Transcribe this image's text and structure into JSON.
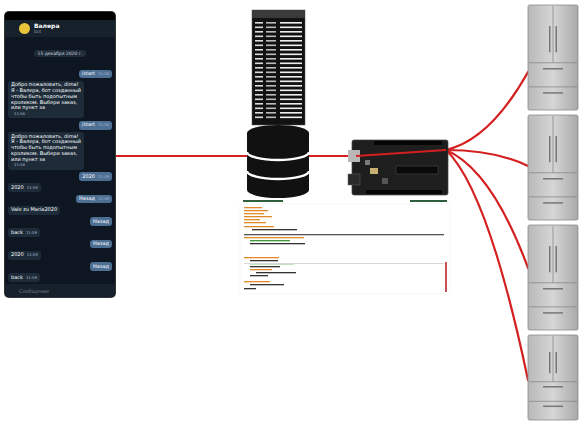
{
  "diagram": {
    "nodes": [
      {
        "text": [
          "Валера",
          "bot",
          "15 декабря 2020 г.",
          "Сообщение"
        ]
      },
      {
        "text": [
          "/start",
          "11:58"
        ],
        "in": 0
      },
      {
        "text": [
          "Добро пожаловать, dima!",
          "Я - Валера, бот созданный чтобы быть подопытным кроликом. Выбери заказ, или пункт за",
          "11:58"
        ],
        "in": 0
      },
      {
        "text": [
          "/start",
          "11:58"
        ],
        "in": 0
      },
      {
        "text": [
          "Добро пожаловать, dima!",
          "Я - Валера, бот созданный чтобы быть подопытным кроликом. Выбери заказ, или пункт за",
          "11:58"
        ],
        "in": 0
      },
      {
        "text": [
          "2020",
          "11:59"
        ],
        "in": 0
      },
      {
        "text": [
          "2020",
          "11:59"
        ],
        "in": 0
      },
      {
        "text": [
          "Назад",
          "11:59"
        ],
        "in": 0
      },
      {
        "text": [
          "Vale zu Maria2020"
        ],
        "in": 0
      },
      {
        "text": [
          "Назад"
        ],
        "in": 0
      },
      {
        "text": [
          "back",
          "11:59"
        ],
        "in": 0
      },
      {
        "text": [
          "Назад"
        ],
        "in": 0
      },
      {
        "text": [
          "2020",
          "11:59"
        ],
        "in": 0
      },
      {
        "text": [
          "Назад"
        ],
        "in": 0
      },
      {
        "text": [
          "back",
          "11:59"
        ],
        "in": 0
      }
    ]
  }
}
